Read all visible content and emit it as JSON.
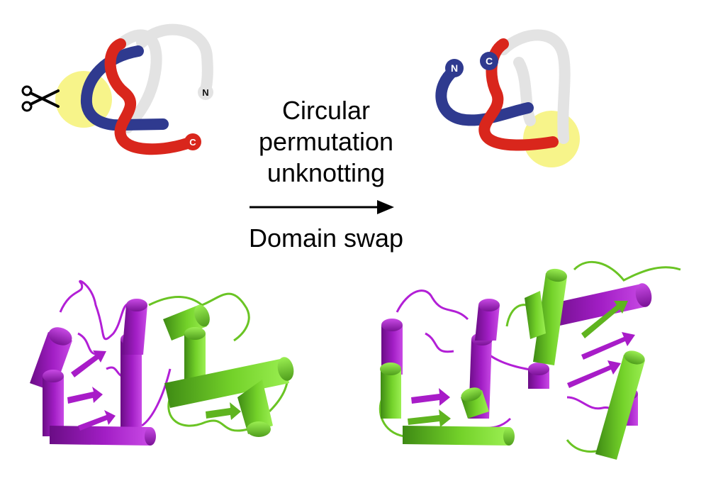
{
  "labels": {
    "process_line1": "Circular",
    "process_line2": "permutation",
    "process_line3": "unknotting",
    "process_below": "Domain swap"
  },
  "termini": {
    "left_n": "N",
    "left_c": "C",
    "right_n": "N",
    "right_c": "C"
  },
  "icons": [
    "scissors-icon",
    "right-arrow-icon"
  ],
  "colors": {
    "chain_red": "#d9261c",
    "chain_blue": "#2f3a8f",
    "chain_grey": "#e3e3e3",
    "cut_highlight": "#f7f48a",
    "domain_magenta": "#b21fd6",
    "domain_green": "#7ee02a"
  }
}
